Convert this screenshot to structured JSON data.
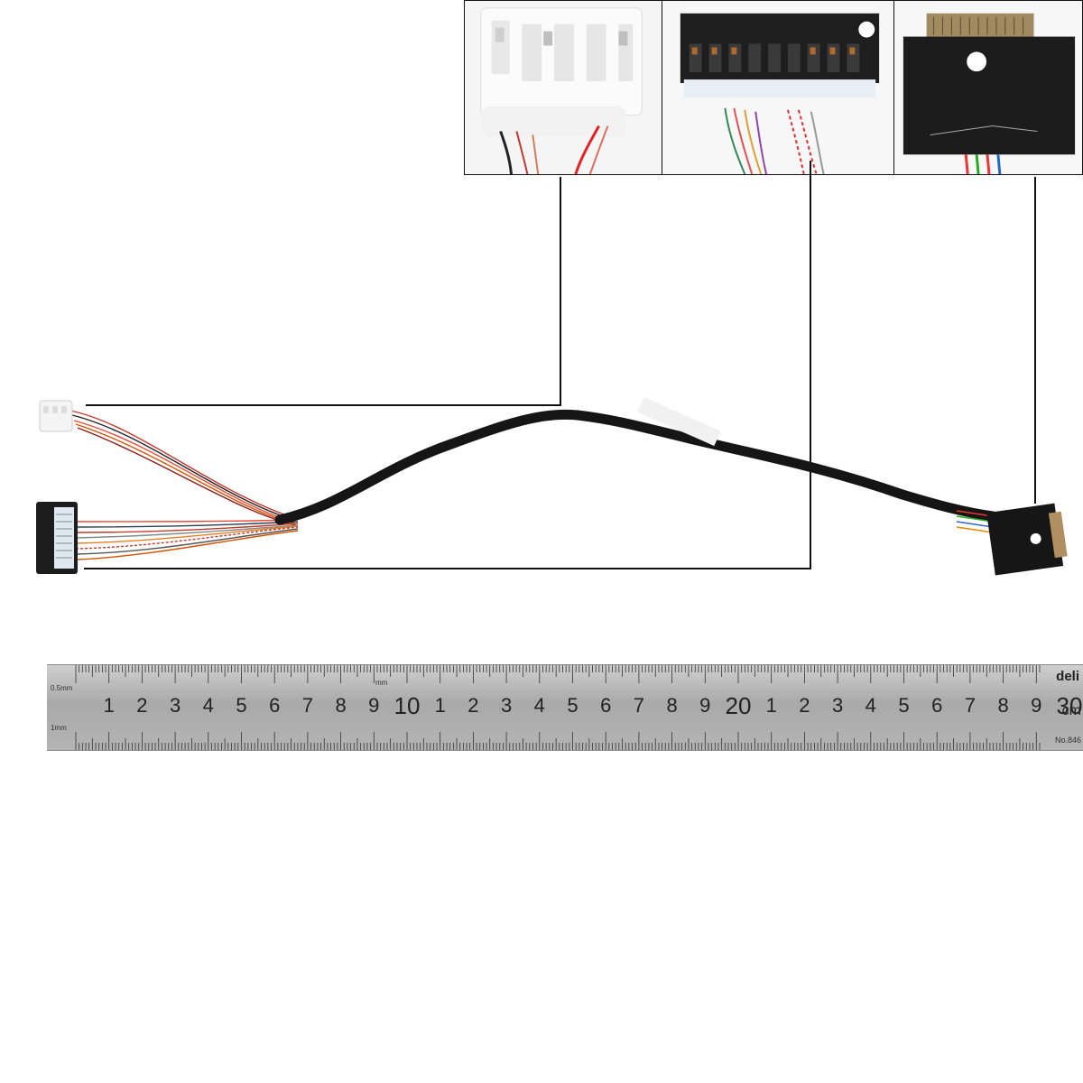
{
  "insets": [
    {
      "name": "white-connector-closeup"
    },
    {
      "name": "black-connector-closeup"
    },
    {
      "name": "taped-connector-closeup"
    }
  ],
  "ruler": {
    "labels": [
      "1",
      "2",
      "3",
      "4",
      "5",
      "6",
      "7",
      "8",
      "9",
      "10",
      "1",
      "2",
      "3",
      "4",
      "5",
      "6",
      "7",
      "8",
      "9",
      "20",
      "1",
      "2",
      "3",
      "4",
      "5",
      "6",
      "7",
      "8",
      "9",
      "30"
    ],
    "unit": "cm",
    "brand": "deli",
    "model": "No.846",
    "small_top": "0.5mm",
    "small_bottom": "1mm",
    "mm_marker": "mm"
  }
}
